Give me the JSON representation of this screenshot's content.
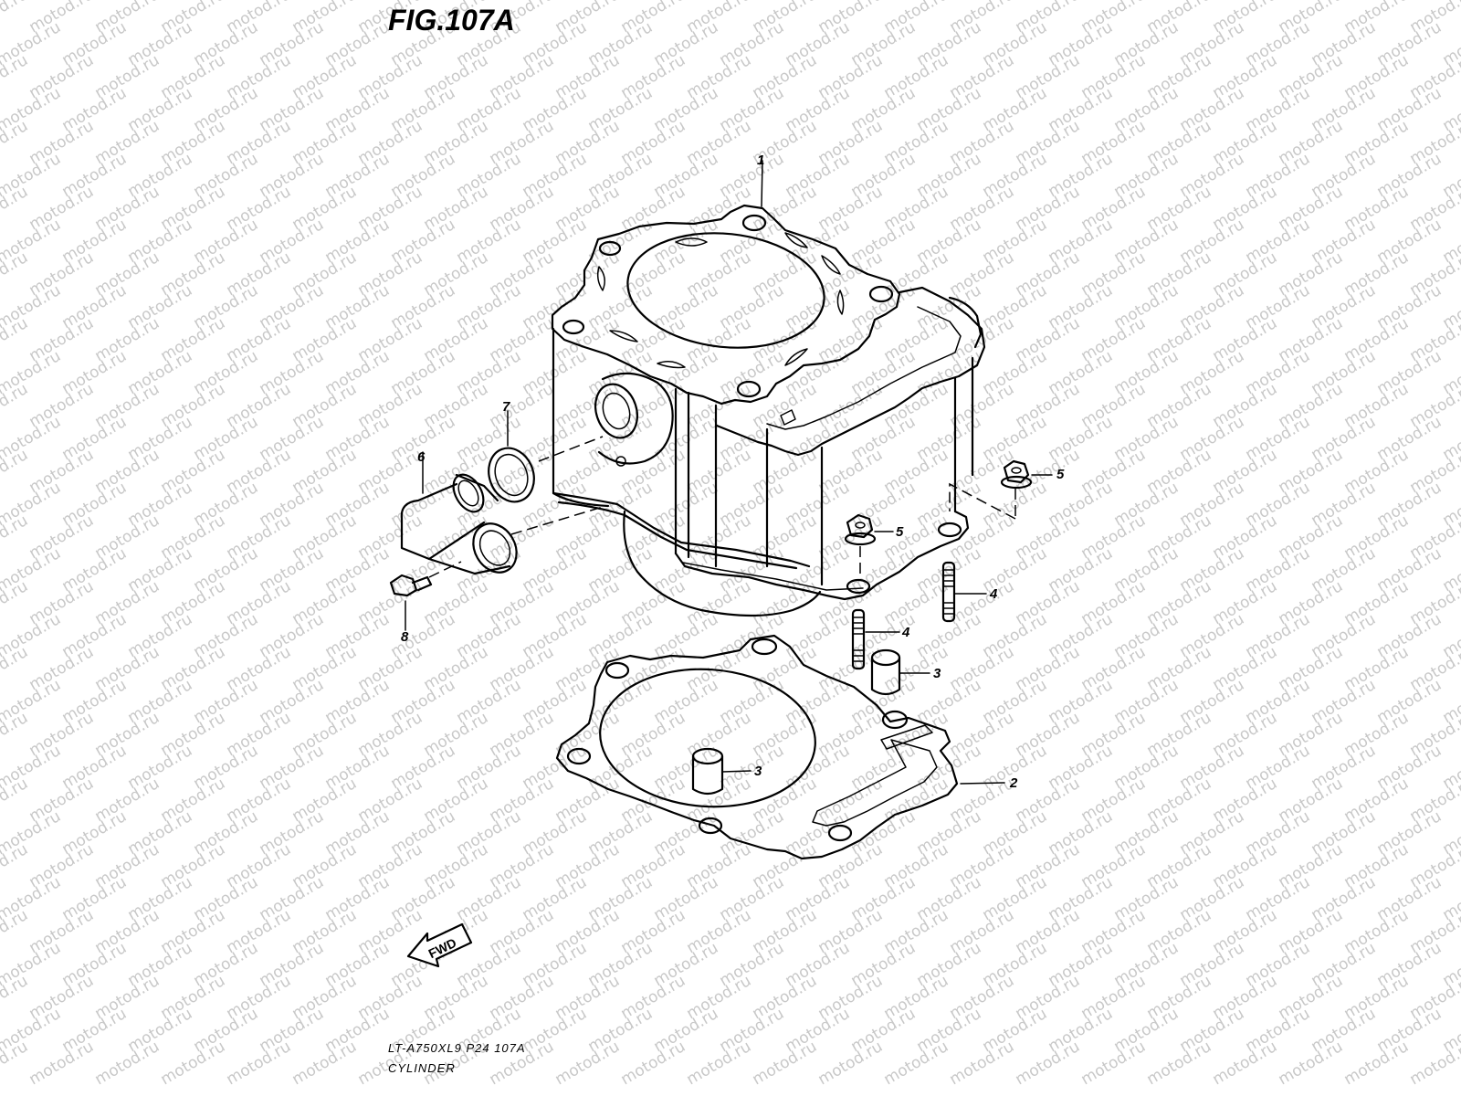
{
  "figure": {
    "title": "FIG.107A",
    "model_code": "LT-A750XL9  P24  107A",
    "section_name": "CYLINDER"
  },
  "watermark": {
    "text": "motod.ru"
  },
  "callouts": [
    "1",
    "2",
    "3",
    "3",
    "4",
    "4",
    "5",
    "5",
    "6",
    "7",
    "8"
  ],
  "fwd_label": "FWD",
  "colors": {
    "line": "#000000",
    "watermark": "#c8c8c8",
    "background": "#ffffff"
  }
}
